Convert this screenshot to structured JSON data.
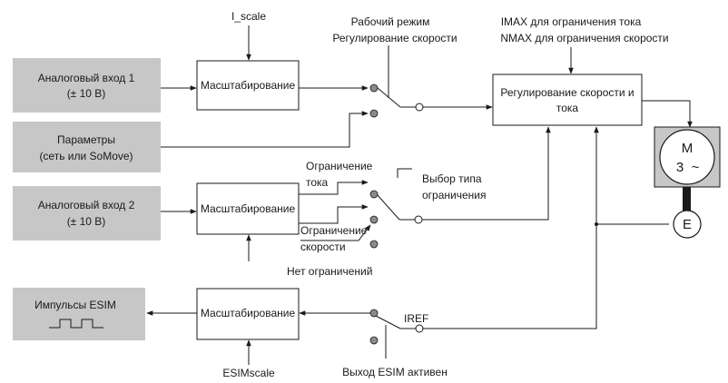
{
  "inputs": {
    "analog_in_1": [
      "Аналоговый вход 1",
      "(± 10 В)"
    ],
    "parameters": [
      "Параметры",
      "(сеть или SoMove)"
    ],
    "analog_in_2": [
      "Аналоговый вход 2",
      "(± 10 В)"
    ],
    "esim_pulses": "Импульсы ESIM"
  },
  "blocks": {
    "scaling_1": "Масштабирование",
    "scaling_2": "Масштабирование",
    "scaling_3": "Масштабирование",
    "regulator": [
      "Регулирование скорости и",
      "тока"
    ]
  },
  "labels": {
    "i_scale": "I_scale",
    "operating_mode": [
      "Рабочий режим",
      "Регулирование скорости"
    ],
    "limits": [
      "IMAX для ограничения тока",
      "NMAX для ограничения скорости"
    ],
    "current_limit": [
      "Ограничение",
      "тока"
    ],
    "speed_limit": [
      "Ограничение",
      "скорости"
    ],
    "limit_type": [
      "Выбор типа",
      "ограничения"
    ],
    "no_limit": "Нет ограничений",
    "iref": "IREF",
    "esim_scale": "ESIMscale",
    "esim_active": "Выход ESIM активен"
  },
  "motor": {
    "letter": "M",
    "phase": "3",
    "tilde": "~",
    "encoder": "E"
  },
  "colors": {
    "input_fill": "#c7c7c7",
    "line": "#1a1a1a",
    "contact": "#8a8a8a"
  }
}
